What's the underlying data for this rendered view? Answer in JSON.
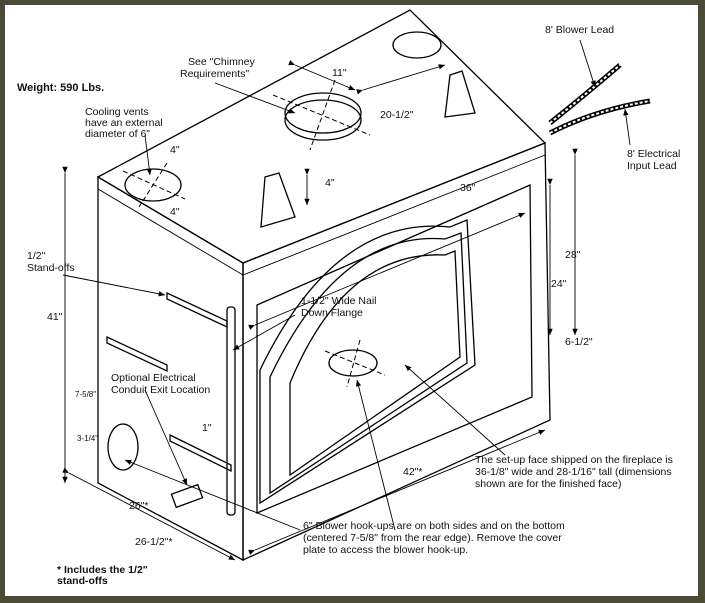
{
  "weight": "Weight: 590 Lbs.",
  "labels": {
    "chimney": [
      "See \"Chimney",
      "Requirements\""
    ],
    "vents": [
      "Cooling vents",
      "have an external",
      "diameter of 6\""
    ],
    "standoffs": [
      "1/2\"",
      "Stand-offs"
    ],
    "nail_flange": [
      "1-1/2\" Wide Nail",
      "Down Flange"
    ],
    "conduit": [
      "Optional Electrical",
      "Conduit Exit Location"
    ],
    "blower_lead": "8' Blower Lead",
    "electrical_lead": [
      "8' Electrical",
      "Input Lead"
    ],
    "setup_face": [
      "The set-up face shipped on the fireplace is",
      "36-1/8\" wide and 28-1/16\" tall (dimensions",
      "shown are for the finished face)"
    ],
    "hookups": [
      "6\" Blower hook-ups are on both sides and on the bottom",
      "(centered 7-5/8\" from the rear edge).  Remove the cover",
      "plate to access the blower hook-up."
    ],
    "footnote": [
      "* Includes the 1/2\"",
      "stand-offs"
    ]
  },
  "dims": {
    "d11": "11\"",
    "d20_5": "20-1/2\"",
    "d4a": "4\"",
    "d4b": "4\"",
    "d4c": "4\"",
    "d36": "36\"",
    "d28": "28\"",
    "d24": "24\"",
    "d6_5": "6-1/2\"",
    "d41": "41\"",
    "d7_58": "7-5/8\"",
    "d3_14": "3-1/4\"",
    "d1": "1\"",
    "d42": "42\"*",
    "d26": "26\"*",
    "d26_5": "26-1/2\"*"
  }
}
